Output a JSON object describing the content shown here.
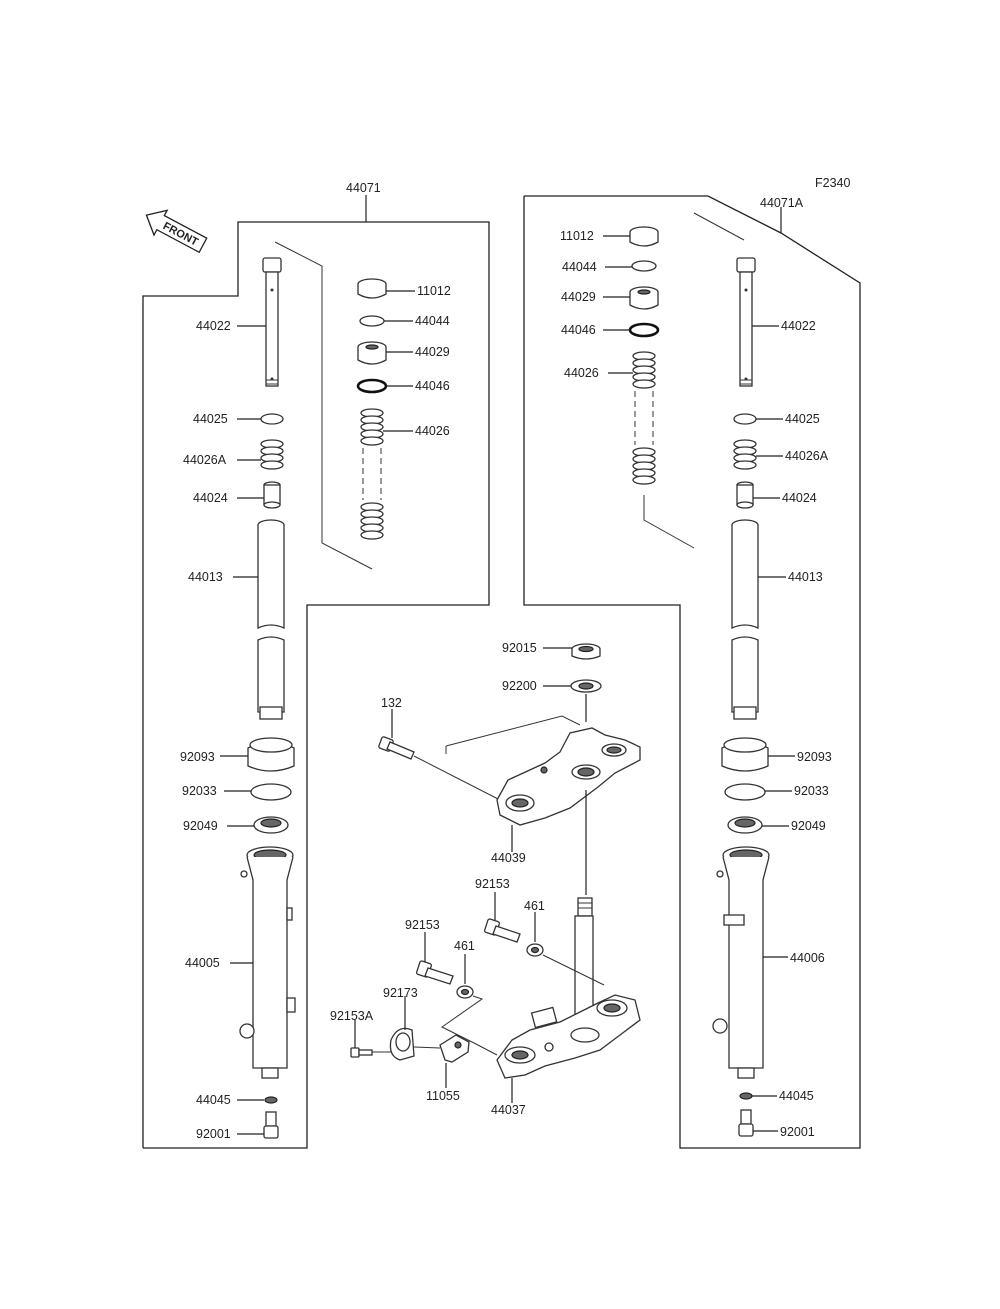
{
  "figure_code": "F2340",
  "front_label": "FRONT",
  "labels": {
    "l_44071": "44071",
    "l_44022": "44022",
    "l_44025": "44025",
    "l_44026A": "44026A",
    "l_44024": "44024",
    "l_44013": "44013",
    "l_92093": "92093",
    "l_92033": "92033",
    "l_92049": "92049",
    "l_44005": "44005",
    "l_44045": "44045",
    "l_92001": "92001",
    "l_11012": "11012",
    "l_44044": "44044",
    "l_44029": "44029",
    "l_44046": "44046",
    "l_44026": "44026",
    "r_44071A": "44071A",
    "r_11012": "11012",
    "r_44044": "44044",
    "r_44029": "44029",
    "r_44046": "44046",
    "r_44026": "44026",
    "r_44022": "44022",
    "r_44025": "44025",
    "r_44026A": "44026A",
    "r_44024": "44024",
    "r_44013": "44013",
    "r_92093": "92093",
    "r_92033": "92033",
    "r_92049": "92049",
    "r_44006": "44006",
    "r_44045": "44045",
    "r_92001": "92001",
    "c_92015": "92015",
    "c_92200": "92200",
    "c_132": "132",
    "c_44039": "44039",
    "c_92153_top": "92153",
    "c_461_top": "461",
    "c_92153_mid": "92153",
    "c_461_mid": "461",
    "c_92173": "92173",
    "c_92153A": "92153A",
    "c_11055": "11055",
    "c_44037": "44037"
  }
}
